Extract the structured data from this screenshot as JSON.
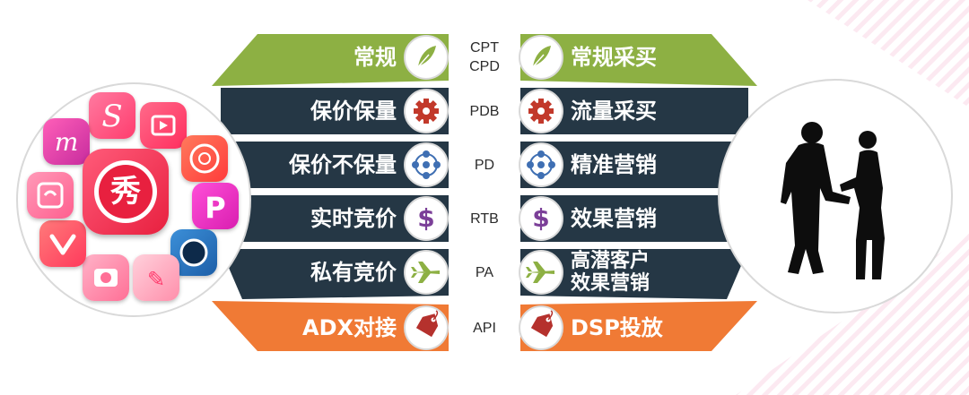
{
  "rows": [
    {
      "left": "常规",
      "code": "CPT\nCPD",
      "right": "常规采买",
      "icon": "feather-icon",
      "band": "green"
    },
    {
      "left": "保价保量",
      "code": "PDB",
      "right": "流量采买",
      "icon": "gear-icon",
      "band": "navy"
    },
    {
      "left": "保价不保量",
      "code": "PD",
      "right": "精准营销",
      "icon": "network-icon",
      "band": "navy"
    },
    {
      "left": "实时竞价",
      "code": "RTB",
      "right": "效果营销",
      "icon": "dollar-icon",
      "band": "navy"
    },
    {
      "left": "私有竞价",
      "code": "PA",
      "right": "高潜客户\n效果营销",
      "icon": "airplane-icon",
      "band": "navy"
    },
    {
      "left": "ADX对接",
      "code": "API",
      "right": "DSP投放",
      "icon": "tag-icon",
      "band": "orange"
    }
  ],
  "center_app": {
    "label": "秀"
  },
  "colors": {
    "green": "#8db043",
    "navy": "#253745",
    "orange": "#f07a35",
    "feather": "#8db043",
    "gear": "#c2392b",
    "network": "#3f6fb3",
    "dollar": "#7b3f98",
    "airplane": "#8db043",
    "tag": "#b5312d"
  }
}
